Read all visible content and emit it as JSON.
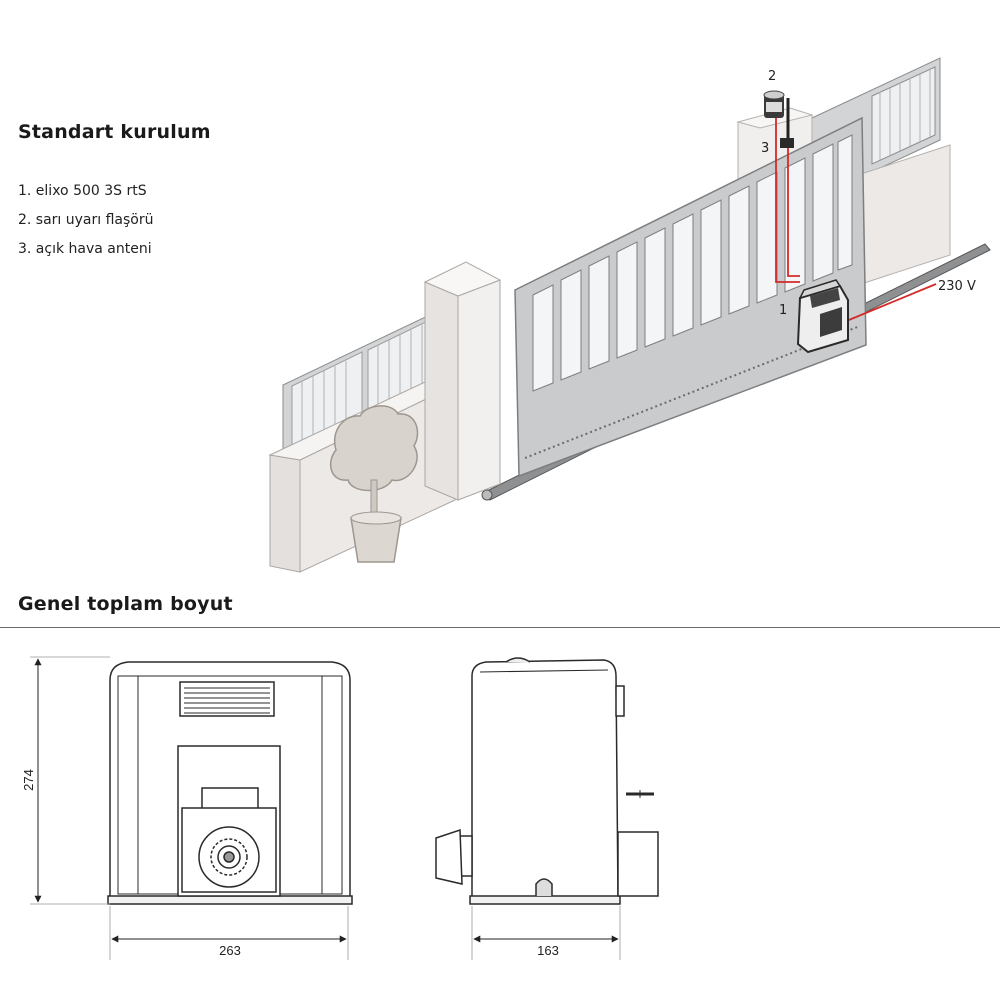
{
  "installation": {
    "title": "Standart kurulum",
    "items": [
      "1. elixo 500 3S rtS",
      "2. sarı uyarı flaşörü",
      "3. açık hava anteni"
    ],
    "callouts": {
      "motor": "1",
      "flasher": "2",
      "antenna": "3"
    },
    "power_label": "230 V"
  },
  "dimensions": {
    "title": "Genel toplam boyut",
    "height": "274",
    "width": "263",
    "depth": "163"
  },
  "colors": {
    "cable": "#d42a2a",
    "gate": "#c9cbcd",
    "outline": "#333333"
  }
}
